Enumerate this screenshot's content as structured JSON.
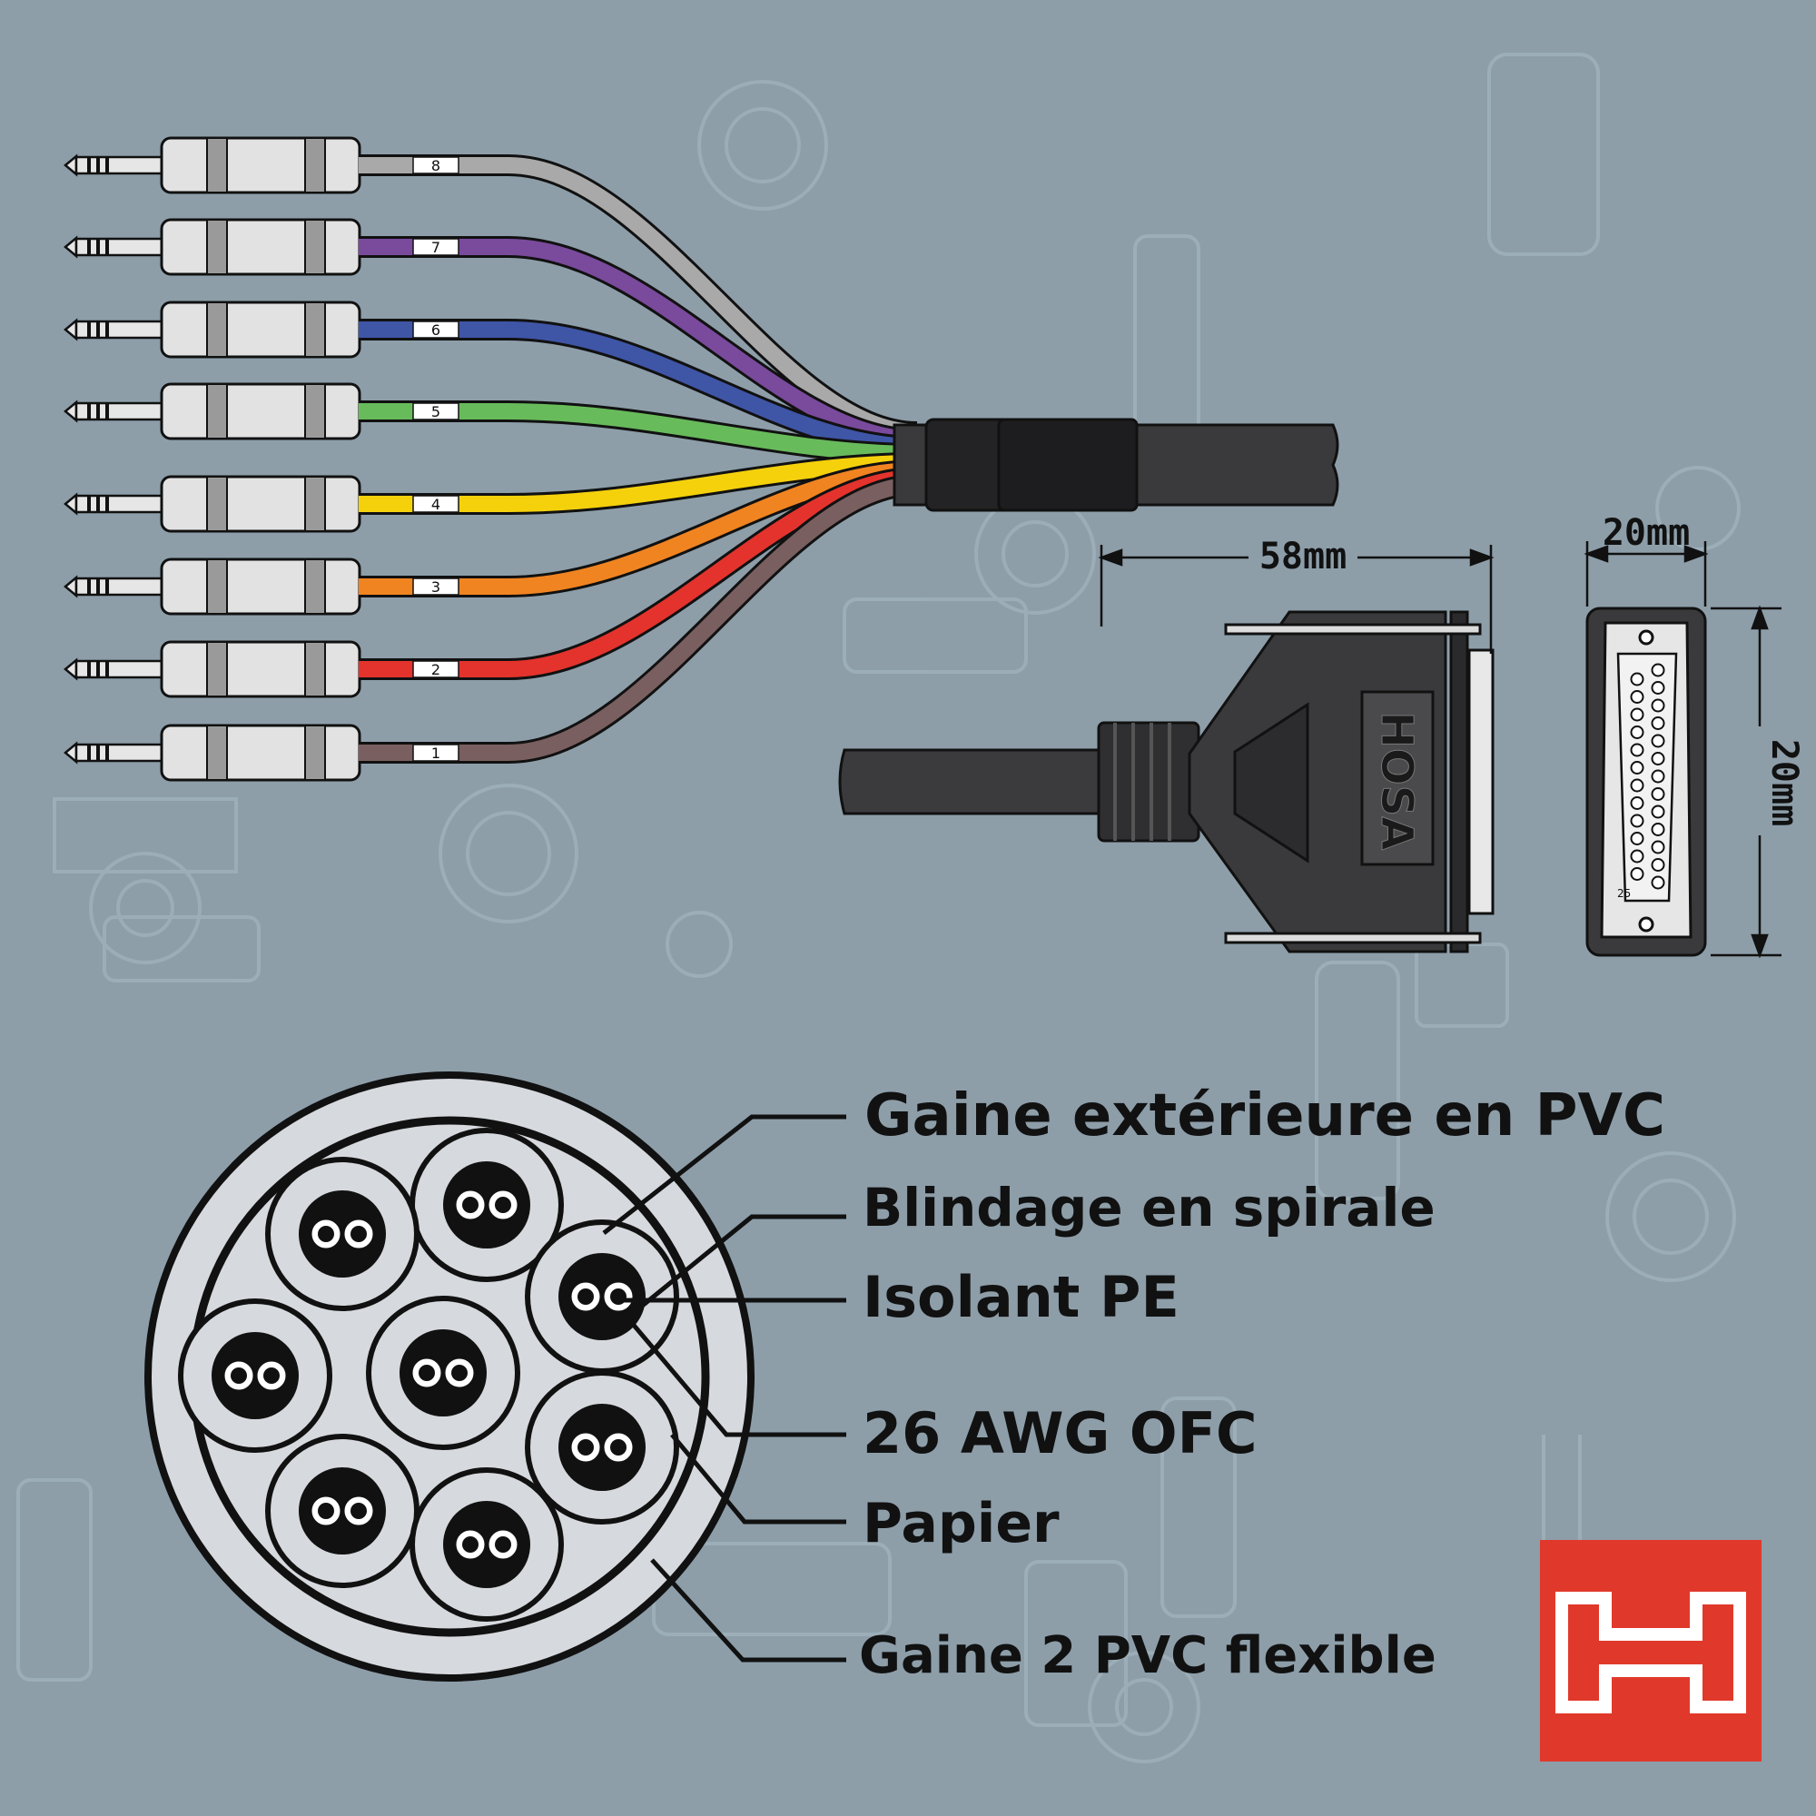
{
  "colors": {
    "background": "#8d9ea9",
    "pattern": "#9fb0ba",
    "brand_red": "#e0392b"
  },
  "cables": [
    {
      "number": "8",
      "color": "#a9a9a9"
    },
    {
      "number": "7",
      "color": "#7a4a9c"
    },
    {
      "number": "6",
      "color": "#3f55a6"
    },
    {
      "number": "5",
      "color": "#68bb5b"
    },
    {
      "number": "4",
      "color": "#f5d10c"
    },
    {
      "number": "3",
      "color": "#f08421"
    },
    {
      "number": "2",
      "color": "#e4332d"
    },
    {
      "number": "1",
      "color": "#7a5f60"
    }
  ],
  "connector": {
    "brand_text": "HOSA",
    "pin_number": "25"
  },
  "dimensions": {
    "length": "58mm",
    "width": "20mm",
    "height": "20mm"
  },
  "cross_section_labels": [
    "Gaine extérieure en PVC",
    "Blindage en spirale",
    "Isolant PE",
    "26 AWG OFC",
    "Papier",
    "Gaine 2 PVC flexible"
  ],
  "logo": {
    "icon": "hosa-h-logo-icon"
  }
}
